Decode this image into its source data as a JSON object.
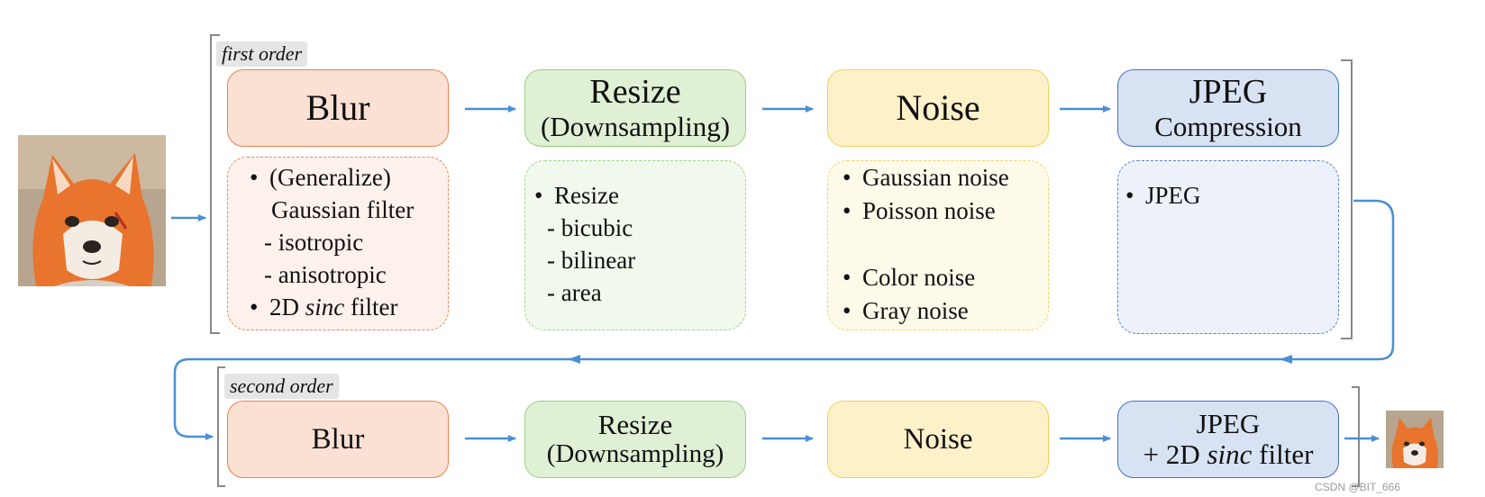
{
  "first_order": {
    "label": "first order",
    "blur": {
      "title": "Blur"
    },
    "resize": {
      "title": "Resize",
      "subtitle": "(Downsampling)"
    },
    "noise": {
      "title": "Noise"
    },
    "jpeg": {
      "title": "JPEG",
      "subtitle": "Compression"
    },
    "blur_details": {
      "line1": "(Generalize)",
      "line2": "Gaussian filter",
      "line3": "- isotropic",
      "line4": "- anisotropic",
      "line5_pre": "2D ",
      "line5_em": "sinc",
      "line5_post": " filter"
    },
    "resize_details": {
      "line1": "Resize",
      "line2": "- bicubic",
      "line3": "- bilinear",
      "line4": "- area"
    },
    "noise_details": {
      "line1": "Gaussian noise",
      "line2": "Poisson noise",
      "line3": "Color noise",
      "line4": "Gray noise"
    },
    "jpeg_details": {
      "line1": "JPEG"
    }
  },
  "second_order": {
    "label": "second order",
    "blur": {
      "title": "Blur"
    },
    "resize": {
      "title": "Resize",
      "subtitle": "(Downsampling)"
    },
    "noise": {
      "title": "Noise"
    },
    "jpeg": {
      "title": "JPEG",
      "subtitle_pre": "+ 2D ",
      "subtitle_em": "sinc",
      "subtitle_post": " filter"
    }
  },
  "bullet_char": "•",
  "watermark": "CSDN @BIT_666",
  "colors": {
    "arrow": "#4a8fd4",
    "bracket": "#888888",
    "blur_border": "#e9834f",
    "resize_border": "#9cd07f",
    "noise_border": "#f3cf5c",
    "jpeg_border": "#4472c4"
  },
  "icons": {
    "input_image": "fox-portrait-icon",
    "output_image": "fox-portrait-small-icon"
  }
}
